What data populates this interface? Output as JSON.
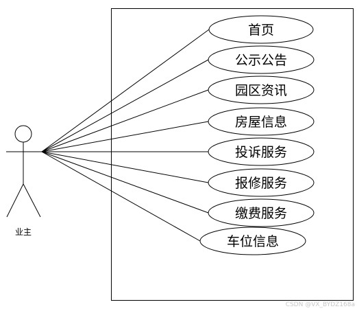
{
  "actor": {
    "label": "业主"
  },
  "use_cases": [
    {
      "label": "首页"
    },
    {
      "label": "公示公告"
    },
    {
      "label": "园区资讯"
    },
    {
      "label": "房屋信息"
    },
    {
      "label": "投诉服务"
    },
    {
      "label": "报修服务"
    },
    {
      "label": "缴费服务"
    },
    {
      "label": "车位信息"
    }
  ],
  "watermark": "CSDN @VX_BYDZ168a"
}
